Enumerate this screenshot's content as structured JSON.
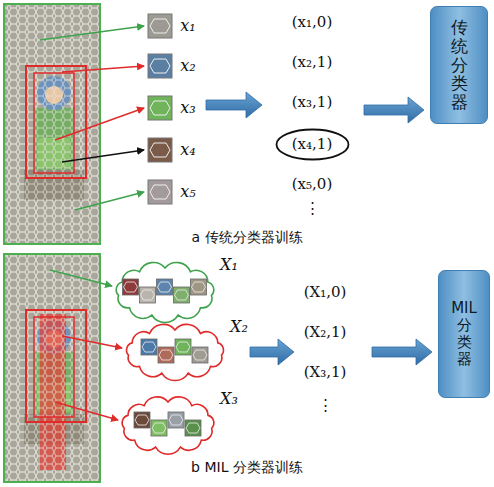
{
  "diagram": {
    "nodes": [
      {
        "text": [
          "(x₄,1)"
        ]
      },
      {
        "text": [
          "传统分类器"
        ]
      },
      {
        "text": [
          "X₁"
        ]
      },
      {
        "text": [
          "X₂"
        ]
      },
      {
        "text": [
          "X₃"
        ]
      },
      {
        "text": [
          "MIL 分类器"
        ]
      }
    ],
    "labels": [
      "x₁",
      "x₂",
      "x₃",
      "x₄",
      "x₅",
      "(x₁,0)",
      "(x₂,1)",
      "(x₃,1)",
      "(x₅,0)",
      "⋮",
      "a 传统分类器训练",
      "(X₁,0)",
      "(X₂,1)",
      "(X₃,1)",
      "⋮",
      "b MIL 分类器训练"
    ]
  }
}
